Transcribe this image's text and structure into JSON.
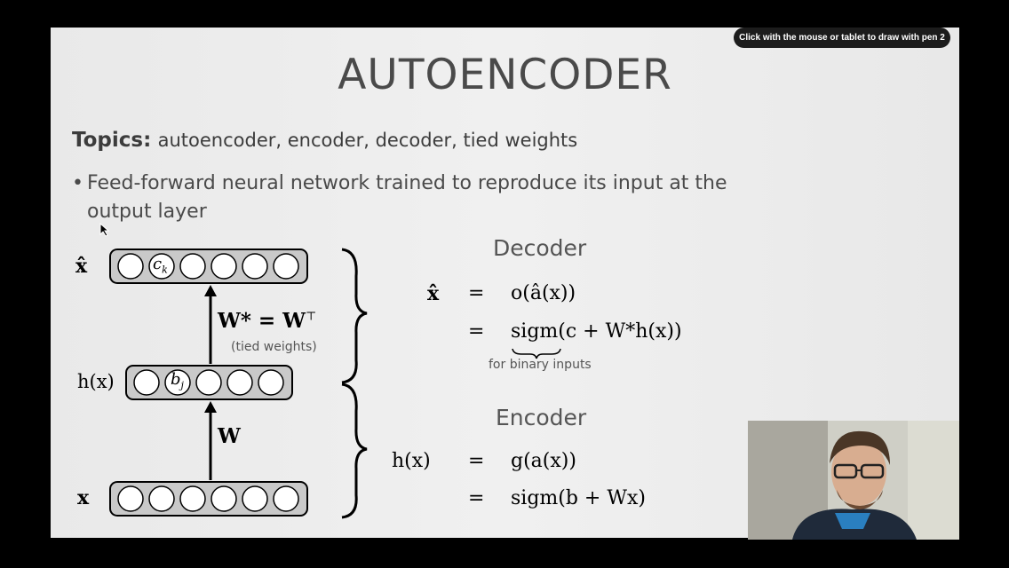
{
  "slide": {
    "title": "AUTOENCODER",
    "topics_label": "Topics:",
    "topics_text": "autoencoder, encoder, decoder, tied weights",
    "bullet": "Feed-forward neural network trained to reproduce its input at the output layer"
  },
  "diagram": {
    "xhat_label": "x̂",
    "hx_label": "h(x)",
    "x_label": "x",
    "ck_label": "c",
    "ck_sub": "k",
    "bj_label": "b",
    "bj_sub": "j",
    "w_label": "W",
    "wstar_label": "W* = W",
    "wstar_sup": "⊤",
    "tied_label": "(tied weights)"
  },
  "decoder": {
    "heading": "Decoder",
    "line1_lhs": "x̂",
    "eq_sign": "=",
    "line1_rhs": "o(â(x))",
    "line2_rhs": "sigm(c + W*h(x))",
    "note": "for binary inputs"
  },
  "encoder": {
    "heading": "Encoder",
    "line1_lhs": "h(x)",
    "eq_sign": "=",
    "line1_rhs": "g(a(x))",
    "line2_rhs": "sigm(b + Wx)"
  },
  "overlay": {
    "tooltip": "Click with the mouse or tablet to draw with pen 2"
  },
  "colors": {
    "background": "#000000",
    "slide_bg": "#ececec",
    "title": "#4a4a4a",
    "layer_fill": "#c9c9c9",
    "neuron_fill": "#ffffff"
  }
}
